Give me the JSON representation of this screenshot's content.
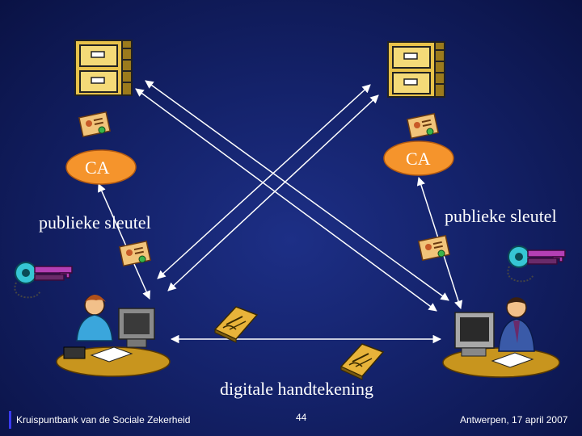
{
  "labels": {
    "ca_left": "CA",
    "ca_right": "CA",
    "public_key_left": "publieke sleutel",
    "public_key_right": "publieke sleutel",
    "digital_signature": "digitale handtekening"
  },
  "footer": {
    "organization": "Kruispuntbank van de Sociale Zekerheid",
    "page_number": "44",
    "location_date": "Antwerpen, 17 april 2007"
  },
  "colors": {
    "ca_fill": "#f5942c",
    "arrow": "#ffffff",
    "footer_bar": "#3a3af0"
  },
  "icons": [
    "file-cabinet-icon",
    "certificate-icon",
    "key-icon",
    "person-at-computer-icon",
    "signed-document-icon"
  ]
}
